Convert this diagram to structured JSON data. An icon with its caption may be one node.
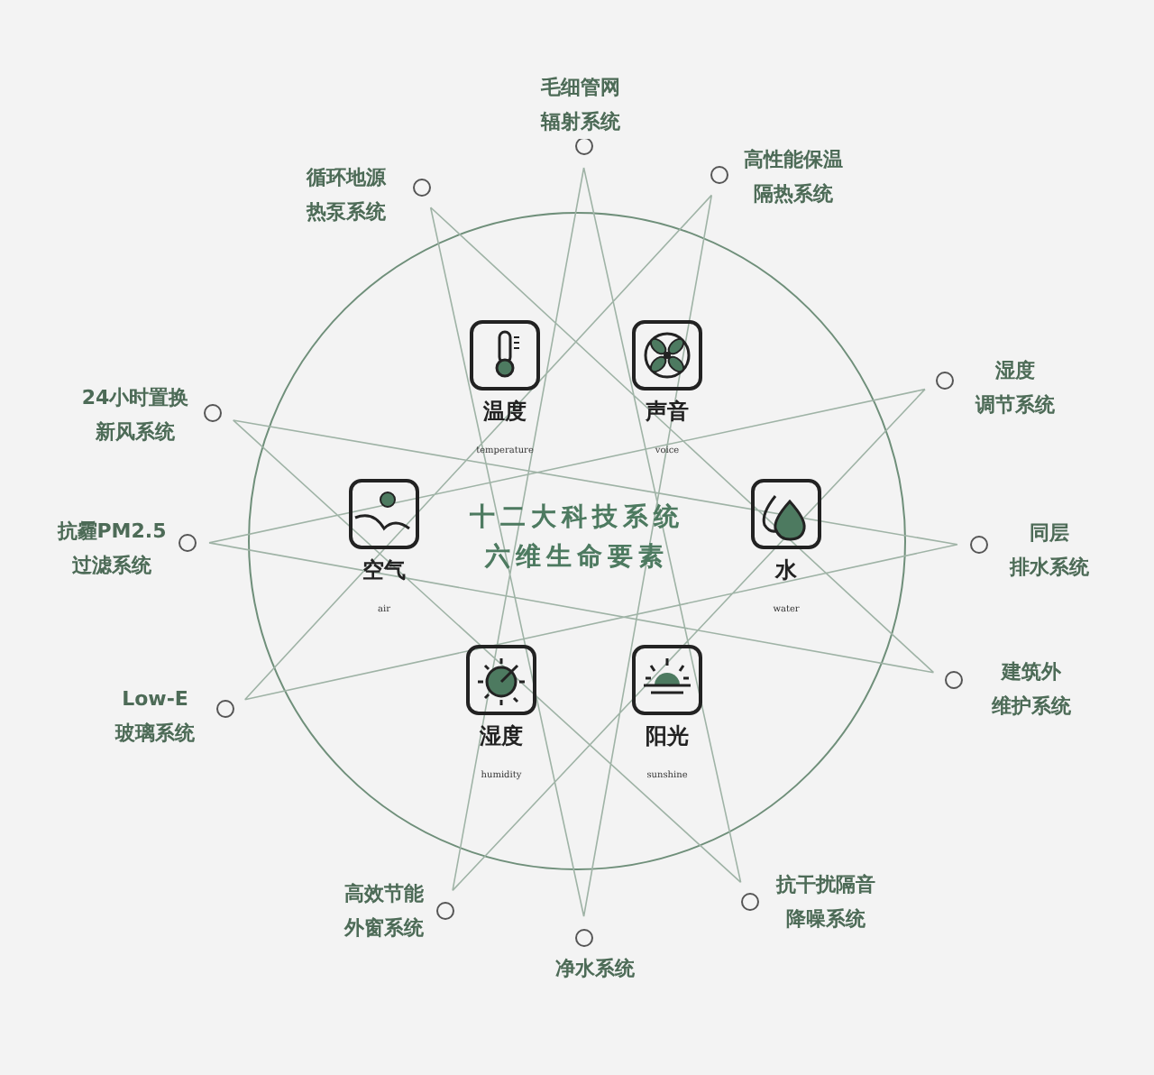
{
  "diagram": {
    "title": "十二大科技系统六维生命要素",
    "nodes": [
      {
        "text": [
          "温度",
          "temperature"
        ]
      },
      {
        "text": [
          "声音",
          "voice"
        ]
      },
      {
        "text": [
          "空气",
          "air"
        ]
      },
      {
        "text": [
          "水",
          "water"
        ]
      },
      {
        "text": [
          "湿度",
          "humidity"
        ]
      },
      {
        "text": [
          "阳光",
          "sunshine"
        ]
      }
    ],
    "labels": [
      "毛细管网辐射系统",
      "高性能保温隔热系统",
      "循环地源热泵系统",
      "24小时置换新风系统",
      "湿度调节系统",
      "抗霾PM2.5 过滤系统",
      "同层排水系统",
      "Low-E 玻璃系统",
      "建筑外维护系统",
      "抗干扰隔音降噪系统",
      "高效节能外窗系统",
      "净水系统"
    ]
  }
}
